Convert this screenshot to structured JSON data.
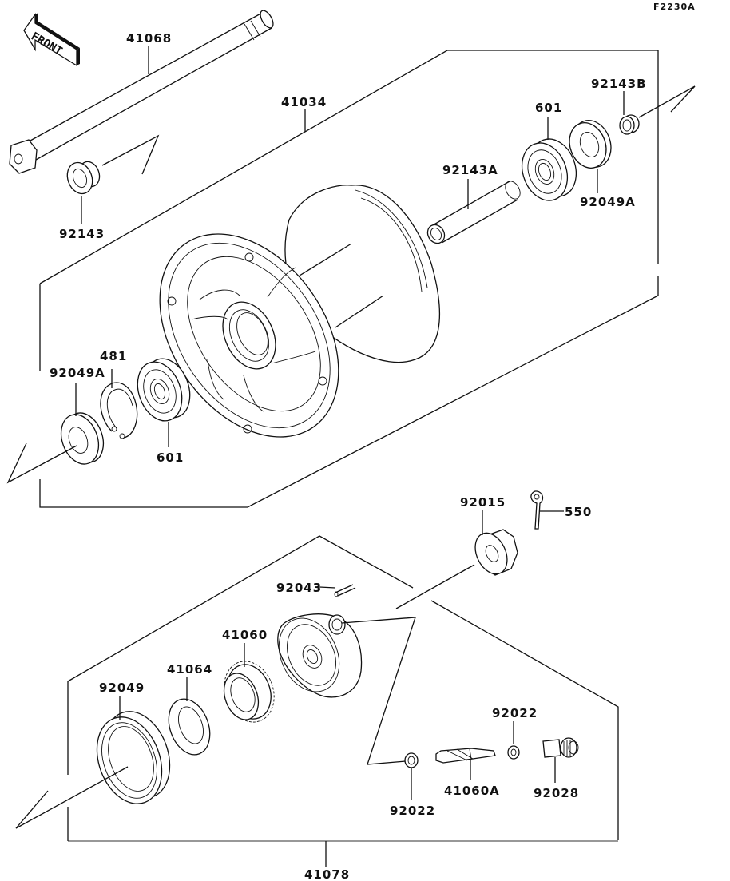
{
  "diagram": {
    "code": "F2230A",
    "front_marker": "FRONT",
    "labels": {
      "axle": "41068",
      "hub_assembly": "41034",
      "collar_left": "92143",
      "collar_b": "92143B",
      "bearing_right": "601",
      "spacer_a": "92143A",
      "seal_right": "92049A",
      "circlip": "481",
      "seal_left": "92049A",
      "bearing_left": "601",
      "nut": "92015",
      "cotter_pin": "550",
      "pin": "92043",
      "meter_gear": "41060",
      "retainer": "41064",
      "seal_gearbox": "92049",
      "washer_right": "92022",
      "washer_left": "92022",
      "pinion": "41060A",
      "bushing": "92028",
      "gear_housing_assembly": "41078"
    }
  }
}
